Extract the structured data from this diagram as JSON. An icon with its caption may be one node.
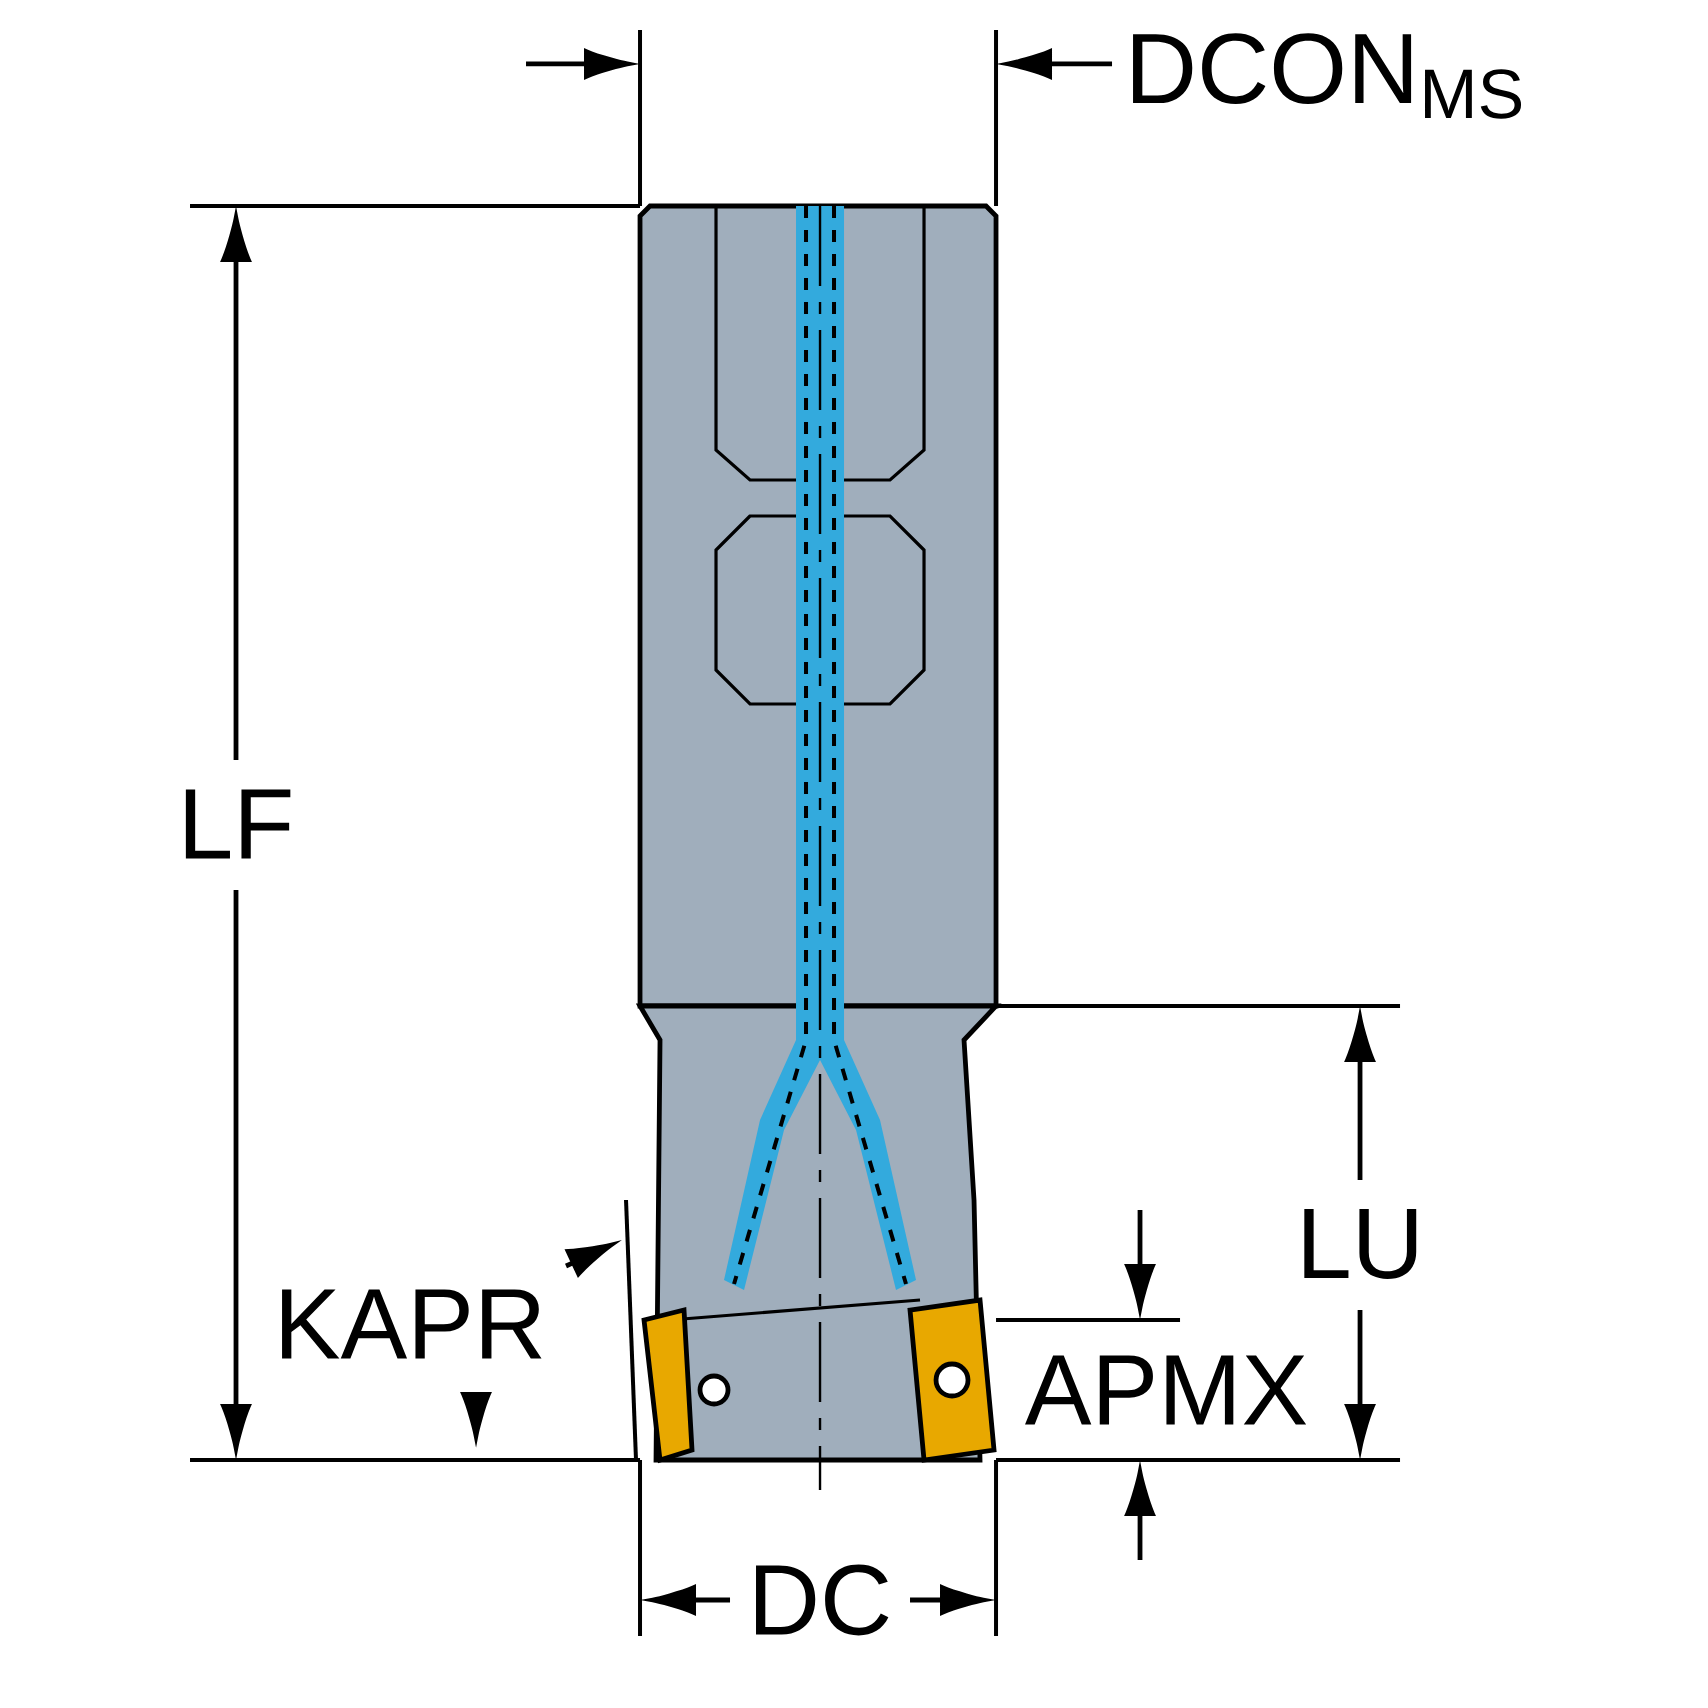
{
  "diagram": {
    "labels": [
      "DCON$_{MS}$",
      "LF",
      "LU",
      "KAPR",
      "APMX",
      "DC"
    ]
  }
}
